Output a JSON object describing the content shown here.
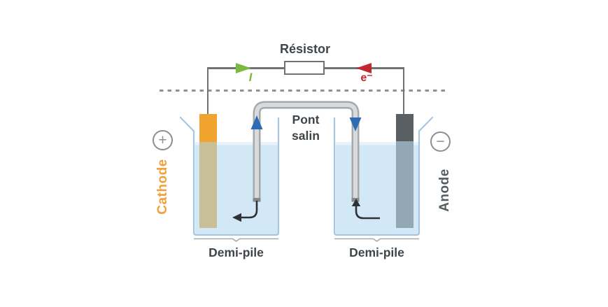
{
  "circuit": {
    "resistor_label": "Résistor",
    "current_label": "I",
    "electron_label": "e⁻"
  },
  "salt_bridge": {
    "label": "Pont salin"
  },
  "left_cell": {
    "electrode_label": "Cathode",
    "terminal_sign": "+",
    "cell_label": "Demi-pile"
  },
  "right_cell": {
    "electrode_label": "Anode",
    "terminal_sign": "−",
    "cell_label": "Demi-pile"
  },
  "icons": {
    "current_arrow": "right-arrow",
    "electron_arrow": "left-arrow",
    "ion_up_arrow": "up-arrow",
    "ion_down_arrow": "down-arrow",
    "reaction_arrow_left": "curved-left-arrow",
    "reaction_arrow_right": "curved-up-arrow",
    "plus_terminal": "circled-plus",
    "minus_terminal": "circled-minus"
  },
  "colors": {
    "background": "#ffffff",
    "wire_gray": "#6e7376",
    "dash_gray": "#8d9296",
    "current_green": "#7cb93f",
    "electron_red": "#c1272d",
    "ion_blue": "#2d6bb4",
    "arrow_black": "#2e3234",
    "cathode_orange": "#efa039",
    "anode_dark": "#555b5f",
    "electrode_orange": "#f0a42e",
    "electrode_tan": "#c8bf99",
    "electrode_dark": "#595f63",
    "electrode_slate": "#92a8b4",
    "water_blue": "#d3e8f7",
    "water_light": "#e7f2fb",
    "beaker_wall": "#a9c6df",
    "tube_outer": "#a6a9ab",
    "tube_inner": "#d9dadb",
    "tube_cap": "#85898c",
    "brace_gray": "#a6abae",
    "text_dark": "#3f4549",
    "terminal_gray": "#8b9094"
  }
}
